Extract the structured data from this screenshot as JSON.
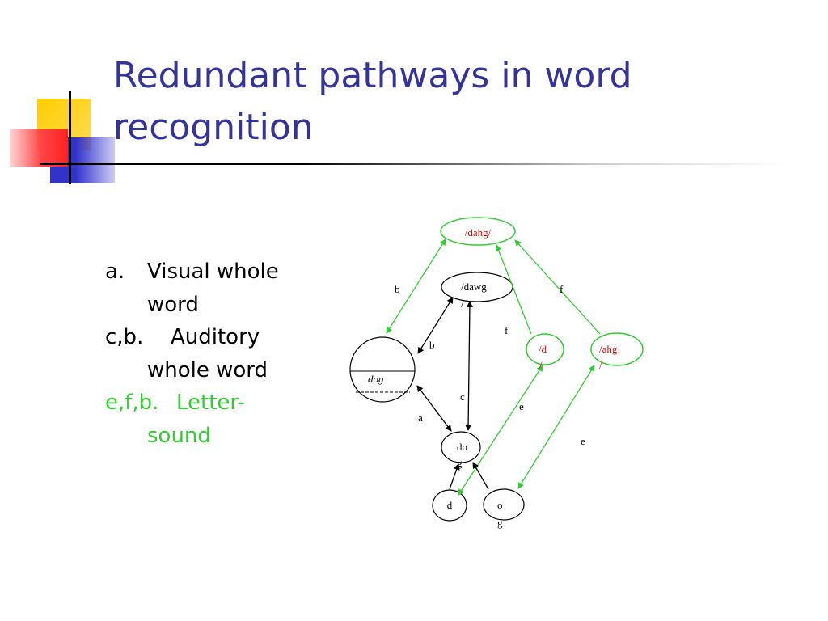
{
  "slide": {
    "title": "Redundant pathways in word recognition",
    "accent_colors": {
      "title": "#333399",
      "green": "#33cc33",
      "red_text": "#e60000",
      "deco_yellow": "#ffcc00",
      "deco_blue": "#3333cc",
      "deco_red": "#ff3333"
    }
  },
  "bullets": [
    {
      "marker": "a.",
      "text": "Visual whole word"
    },
    {
      "marker": "c,b.",
      "text": "Auditory whole word"
    },
    {
      "marker": "e,f,b.",
      "text": "Letter-sound"
    }
  ],
  "diagram": {
    "nodes": {
      "dahg": "/dahg/",
      "dawg_1": "/dawg",
      "dawg_2": "/",
      "dog_img": "dog",
      "d_sound_1": "/d",
      "d_sound_2": "/",
      "ahg_1": "/ahg",
      "ahg_2": "/",
      "dog_word_1": "do",
      "dog_word_2": "g",
      "d_letter": "d",
      "og_1": "o",
      "og_2": "g"
    },
    "edge_labels": {
      "b_green": "b",
      "f_green": "f",
      "f_upper": "f",
      "b_black": "b",
      "c": "c",
      "a": "a",
      "e_1": "e",
      "e_2": "e"
    }
  }
}
